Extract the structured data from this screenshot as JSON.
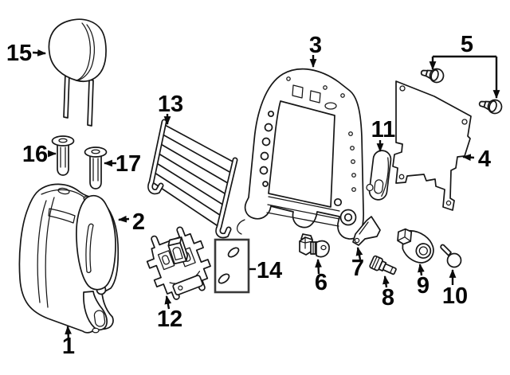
{
  "diagram": {
    "colors": {
      "background": "#ffffff",
      "line": "#161616",
      "pad_outline": "#3a3a3a"
    },
    "callouts": [
      {
        "label": "1",
        "part": "seat-back-cushion-cover"
      },
      {
        "label": "2",
        "part": "side-bolster-cushion"
      },
      {
        "label": "3",
        "part": "seat-back-frame"
      },
      {
        "label": "4",
        "part": "seat-back-panel"
      },
      {
        "label": "5",
        "part": "panel-mounting-screws"
      },
      {
        "label": "6",
        "part": "clip-bracket"
      },
      {
        "label": "7",
        "part": "trim-plate"
      },
      {
        "label": "8",
        "part": "shoulder-bolt"
      },
      {
        "label": "9",
        "part": "adjuster-knob"
      },
      {
        "label": "10",
        "part": "cap"
      },
      {
        "label": "11",
        "part": "trim-cap-strip"
      },
      {
        "label": "12",
        "part": "mounting-bracket-assembly"
      },
      {
        "label": "13",
        "part": "lumbar-support-mat"
      },
      {
        "label": "14",
        "part": "spacer-pad"
      },
      {
        "label": "15",
        "part": "headrest"
      },
      {
        "label": "16",
        "part": "headrest-guide-sleeve-left"
      },
      {
        "label": "17",
        "part": "headrest-guide-sleeve-right"
      }
    ]
  }
}
